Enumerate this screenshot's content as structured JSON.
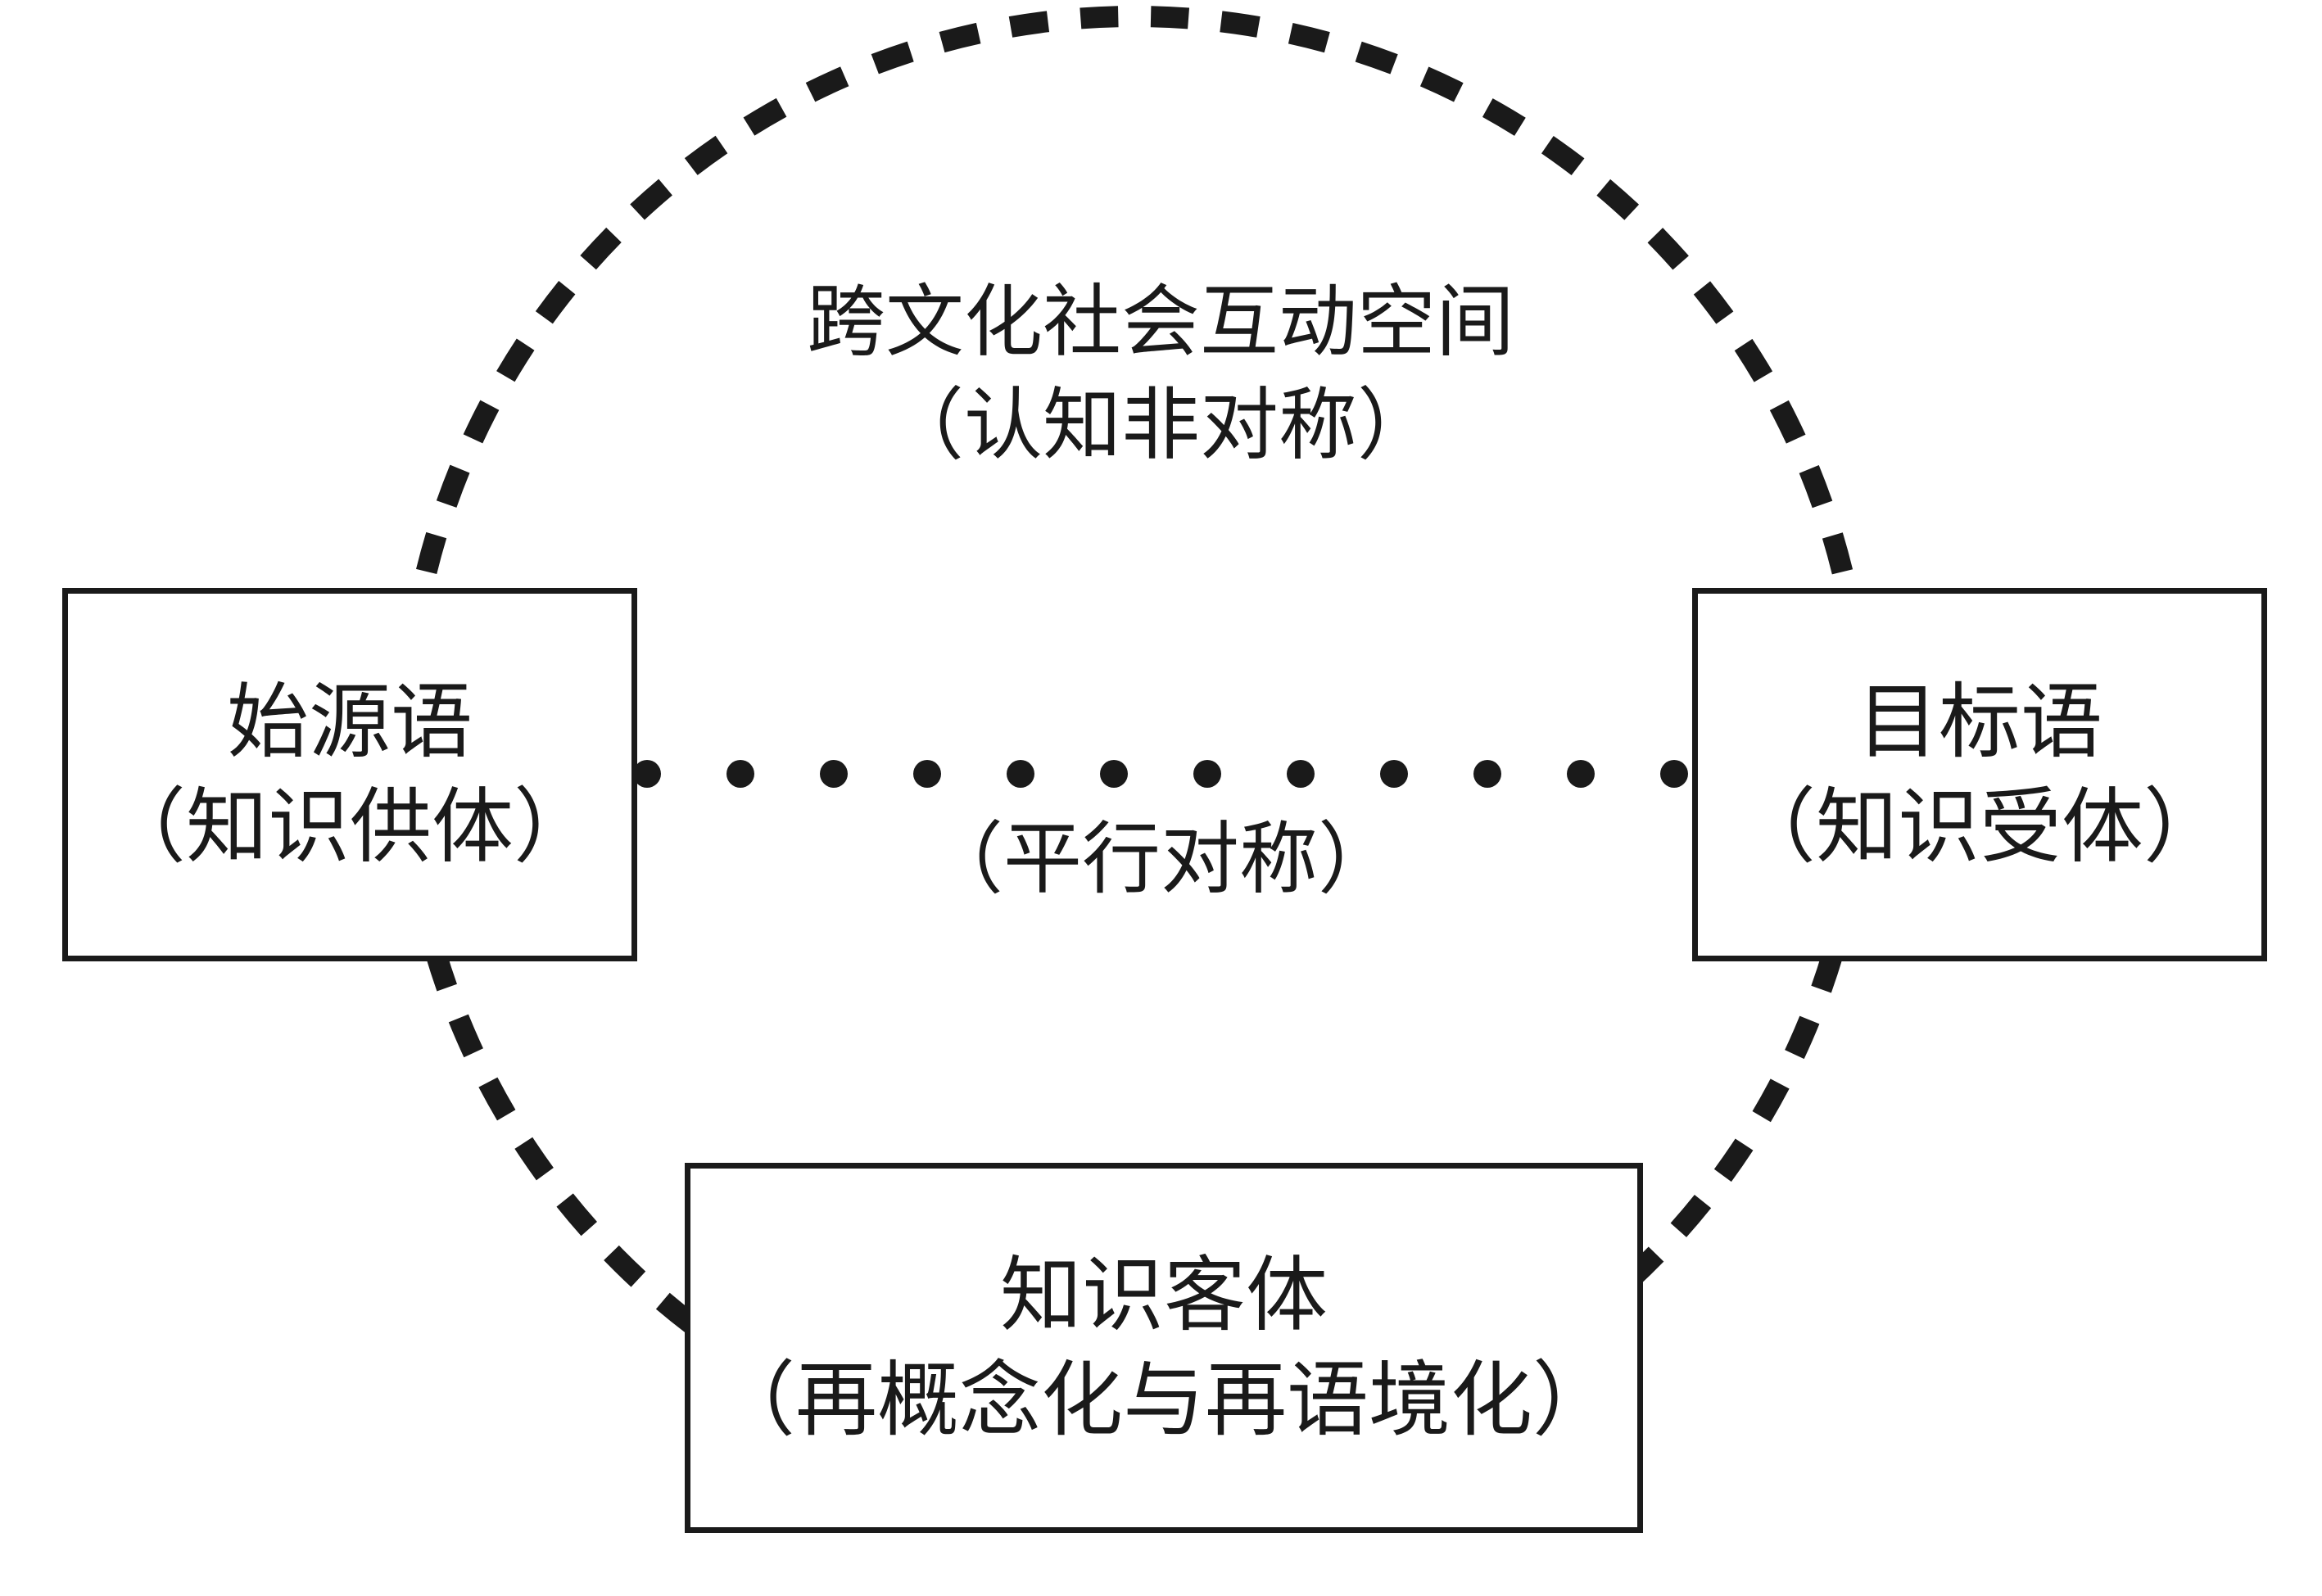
{
  "interaction_space": {
    "title": "跨文化社会互动空间",
    "subtitle": "（认知非对称）"
  },
  "source_language": {
    "title": "始源语",
    "subtitle": "（知识供体）"
  },
  "target_language": {
    "title": "目标语",
    "subtitle": "（知识受体）"
  },
  "parallel_link": {
    "label": "（平行对称）"
  },
  "knowledge_object": {
    "title": "知识客体",
    "subtitle": "（再概念化与再语境化）"
  },
  "colors": {
    "line": "#1a1a1a",
    "background": "#ffffff"
  }
}
